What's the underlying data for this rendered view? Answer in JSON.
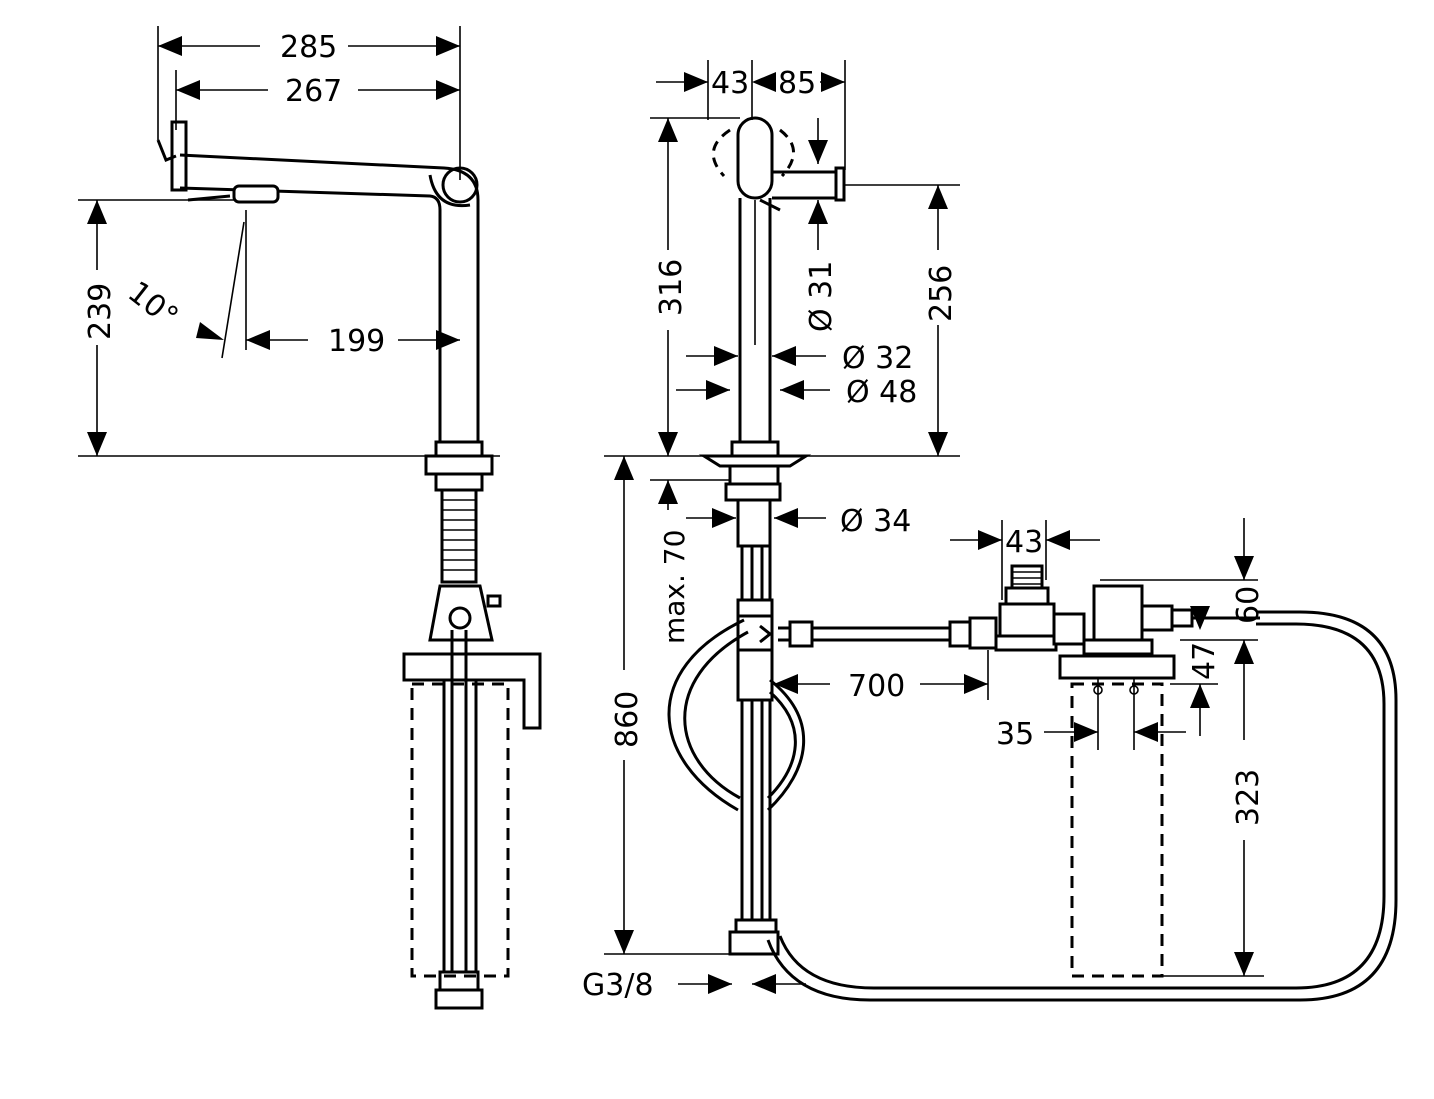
{
  "dimensions": {
    "left_width_285": "285",
    "left_width_267": "267",
    "left_height_239": "239",
    "left_angle": "10°",
    "left_reach_199": "199",
    "mid_43": "43",
    "mid_85": "85",
    "mid_316": "316",
    "mid_d31": "Ø 31",
    "mid_256": "256",
    "mid_d32": "Ø 32",
    "mid_d48": "Ø 48",
    "mid_max70": "max. 70",
    "mid_d34": "Ø 34",
    "mid_860": "860",
    "mid_g38": "G3/8",
    "right_43": "43",
    "right_700": "700",
    "right_60": "60",
    "right_47": "47",
    "right_35": "35",
    "right_323": "323"
  },
  "colors": {
    "line": "#000000",
    "background": "#ffffff"
  }
}
